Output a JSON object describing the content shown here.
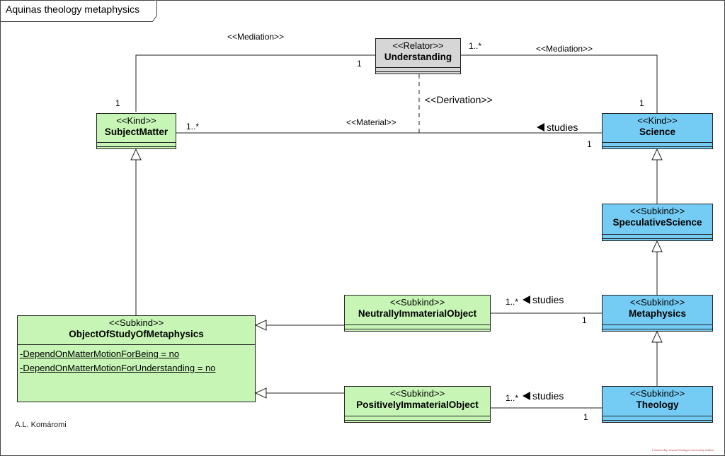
{
  "diagram_title": "Aquinas theology metaphysics",
  "author": "A.L. Komáromi",
  "footer": "Powered By: Visual Paradigm Community Edition",
  "colors": {
    "kind_green": "#c6f5b5",
    "science_blue": "#74ccf4",
    "relator_gray": "#d6d6d6"
  },
  "classes": {
    "understanding": {
      "stereotype": "<<Relator>>",
      "name": "Understanding"
    },
    "subject_matter": {
      "stereotype": "<<Kind>>",
      "name": "SubjectMatter"
    },
    "science": {
      "stereotype": "<<Kind>>",
      "name": "Science"
    },
    "speculative_science": {
      "stereotype": "<<Subkind>>",
      "name": "SpeculativeScience"
    },
    "metaphysics": {
      "stereotype": "<<Subkind>>",
      "name": "Metaphysics"
    },
    "theology": {
      "stereotype": "<<Subkind>>",
      "name": "Theology"
    },
    "neutrally": {
      "stereotype": "<<Subkind>>",
      "name": "NeutrallyImmaterialObject"
    },
    "positively": {
      "stereotype": "<<Subkind>>",
      "name": "PositivelyImmaterialObject"
    },
    "object_of_study": {
      "stereotype": "<<Subkind>>",
      "name": "ObjectOfStudyOfMetaphysics",
      "attributes": [
        "-DependOnMatterMotionForBeing = no",
        "-DependOnMatterMotionForUnderstanding = no"
      ]
    }
  },
  "labels": {
    "mediation_left": "<<Mediation>>",
    "mediation_right": "<<Mediation>>",
    "derivation": "<<Derivation>>",
    "material": "<<Material>>",
    "studies_science": "studies",
    "studies_neutral": "studies",
    "studies_positive": "studies"
  },
  "multiplicities": {
    "understanding_left": "1",
    "understanding_right": "1..*",
    "subject_top": "1",
    "science_top": "1",
    "subject_material": "1..*",
    "science_material": "1",
    "neutral_studies": "1..*",
    "metaphysics_studies": "1",
    "positive_studies": "1..*",
    "theology_studies": "1"
  }
}
